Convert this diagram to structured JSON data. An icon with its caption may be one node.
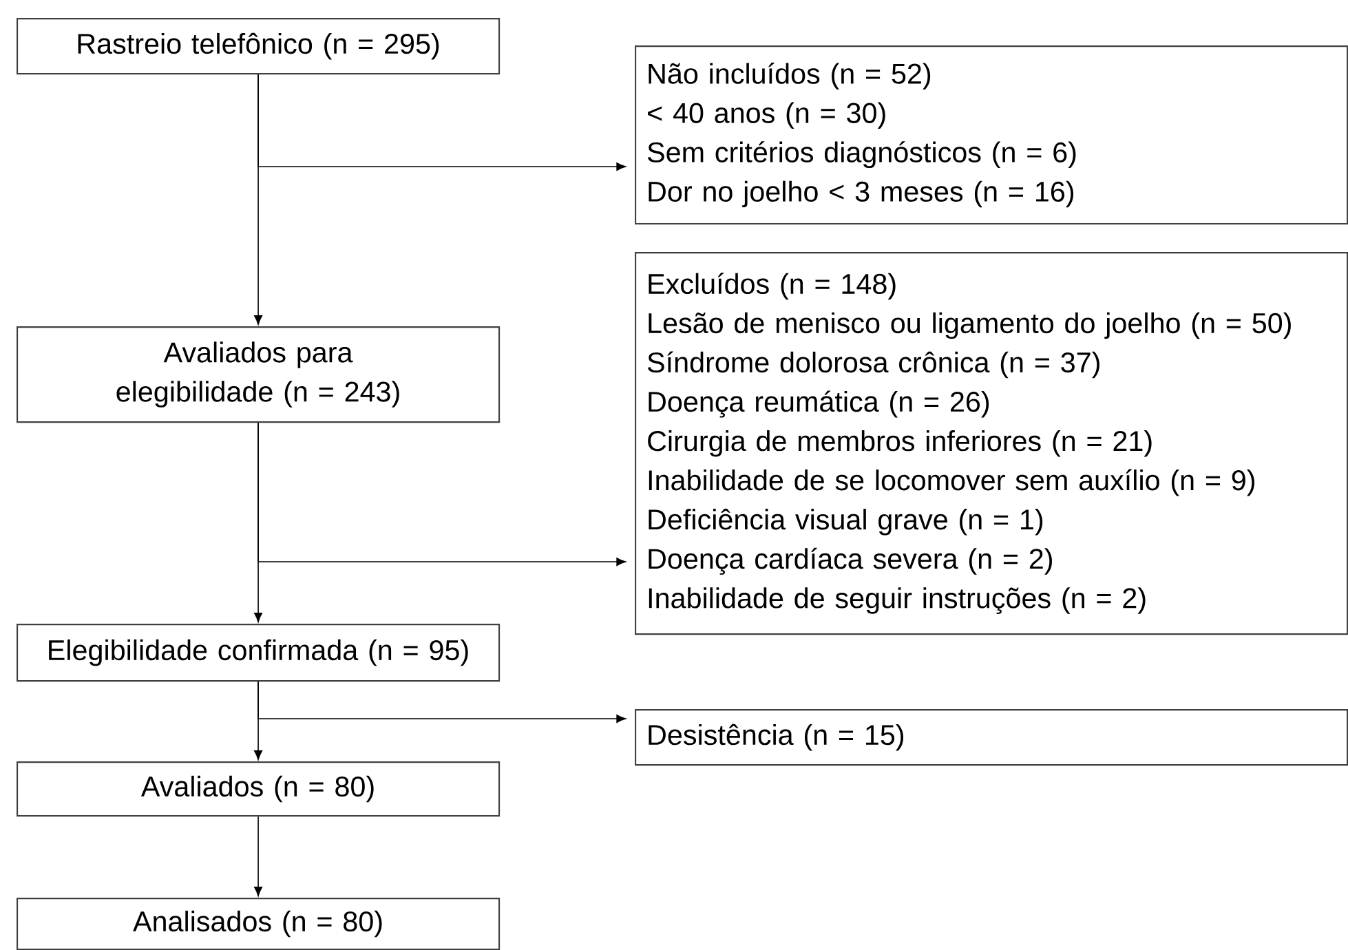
{
  "diagram": {
    "nodes": [
      {
        "text": [
          "Rastreio telefônico (n = 295)"
        ]
      },
      {
        "text": [
          "Não incluídos (n = 52)",
          "< 40 anos  (n = 30)",
          "Sem critérios diagnósticos  (n = 6)",
          "Dor no joelho < 3 meses (n = 16)"
        ]
      },
      {
        "text": [
          "Avaliados para elegibilidade  (n = 243)"
        ]
      },
      {
        "text": [
          "Excluídos (n = 148)",
          "Lesão de menisco ou ligamento do joelho (n = 50)",
          "Síndrome dolorosa crônica (n = 37)",
          "Doença reumática (n = 26)",
          "Cirurgia de membros inferiores (n = 21)",
          "Inabilidade de se locomover sem auxílio (n = 9)",
          "Deficiência visual grave (n = 1)",
          "Doença cardíaca severa (n = 2)",
          "Inabilidade de seguir instruções (n = 2)"
        ]
      },
      {
        "text": [
          "Elegibilidade confirmada (n = 95)"
        ]
      },
      {
        "text": [
          "Desistência  (n = 15)"
        ]
      },
      {
        "text": [
          "Avaliados (n = 80)"
        ]
      },
      {
        "text": [
          "Analisados (n = 80)"
        ]
      }
    ],
    "edges": [
      {
        "from": 0,
        "to": 2,
        "arrow": "to"
      },
      {
        "from": 0,
        "to": 1,
        "arrow": "to"
      },
      {
        "from": 2,
        "to": 4,
        "arrow": "to"
      },
      {
        "from": 2,
        "to": 3,
        "arrow": "to"
      },
      {
        "from": 4,
        "to": 6,
        "arrow": "to"
      },
      {
        "from": 4,
        "to": 5,
        "arrow": "to"
      },
      {
        "from": 6,
        "to": 7,
        "arrow": "to"
      }
    ]
  }
}
